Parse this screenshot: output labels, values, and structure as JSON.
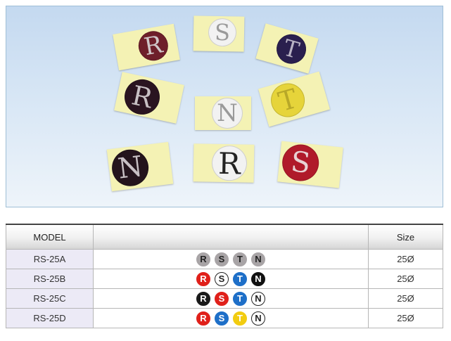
{
  "photo": {
    "stickers": [
      {
        "letter": "R",
        "disc": "#6e1f2a",
        "text": "#cfc6c8"
      },
      {
        "letter": "S",
        "disc": "#f2f2f2",
        "text": "#9a9a9a"
      },
      {
        "letter": "T",
        "disc": "#2a1f4e",
        "text": "#b8b2c4"
      },
      {
        "letter": "R",
        "disc": "#2a1420",
        "text": "#c8c0c4"
      },
      {
        "letter": "N",
        "disc": "#f2f2f2",
        "text": "#9a9a9a"
      },
      {
        "letter": "T",
        "disc": "#e6d43a",
        "text": "#b8a828"
      },
      {
        "letter": "N",
        "disc": "#24141c",
        "text": "#c8c0c4"
      },
      {
        "letter": "R",
        "disc": "#f2f2f2",
        "text": "#222222"
      },
      {
        "letter": "S",
        "disc": "#b01a2a",
        "text": "#e8d2d4"
      }
    ]
  },
  "table": {
    "headers": [
      "MODEL",
      "",
      "Size"
    ],
    "rows": [
      {
        "model": "RS-25A",
        "size": "25Ø",
        "symbols": [
          {
            "letter": "R",
            "bg": "#a8a4a6",
            "fg": "#222222",
            "border": "#a8a4a6"
          },
          {
            "letter": "S",
            "bg": "#a8a4a6",
            "fg": "#222222",
            "border": "#a8a4a6"
          },
          {
            "letter": "T",
            "bg": "#a8a4a6",
            "fg": "#222222",
            "border": "#a8a4a6"
          },
          {
            "letter": "N",
            "bg": "#a8a4a6",
            "fg": "#222222",
            "border": "#a8a4a6"
          }
        ]
      },
      {
        "model": "RS-25B",
        "size": "25Ø",
        "symbols": [
          {
            "letter": "R",
            "bg": "#e0201a",
            "fg": "#ffffff",
            "border": "#e0201a"
          },
          {
            "letter": "S",
            "bg": "#ffffff",
            "fg": "#222222",
            "border": "#222222"
          },
          {
            "letter": "T",
            "bg": "#1e6fc8",
            "fg": "#ffffff",
            "border": "#1e6fc8"
          },
          {
            "letter": "N",
            "bg": "#111111",
            "fg": "#ffffff",
            "border": "#111111"
          }
        ]
      },
      {
        "model": "RS-25C",
        "size": "25Ø",
        "symbols": [
          {
            "letter": "R",
            "bg": "#1a1a1a",
            "fg": "#ffffff",
            "border": "#1a1a1a"
          },
          {
            "letter": "S",
            "bg": "#e0201a",
            "fg": "#ffffff",
            "border": "#e0201a"
          },
          {
            "letter": "T",
            "bg": "#1e6fc8",
            "fg": "#ffffff",
            "border": "#1e6fc8"
          },
          {
            "letter": "N",
            "bg": "#ffffff",
            "fg": "#222222",
            "border": "#222222"
          }
        ]
      },
      {
        "model": "RS-25D",
        "size": "25Ø",
        "symbols": [
          {
            "letter": "R",
            "bg": "#e0201a",
            "fg": "#ffffff",
            "border": "#e0201a"
          },
          {
            "letter": "S",
            "bg": "#1e6fc8",
            "fg": "#ffffff",
            "border": "#1e6fc8"
          },
          {
            "letter": "T",
            "bg": "#f2cc10",
            "fg": "#ffffff",
            "border": "#f2cc10"
          },
          {
            "letter": "N",
            "bg": "#ffffff",
            "fg": "#222222",
            "border": "#222222"
          }
        ]
      }
    ]
  }
}
